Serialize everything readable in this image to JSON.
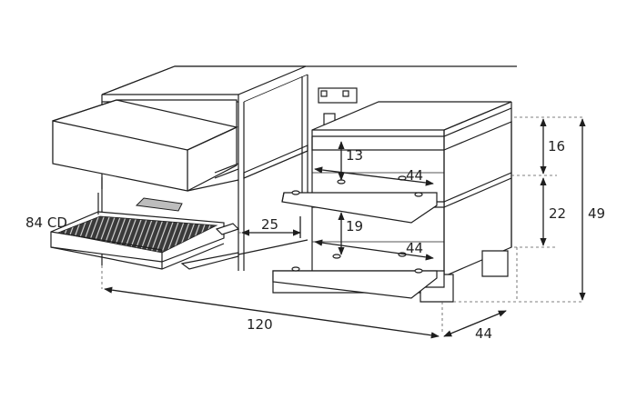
{
  "colors": {
    "line": "#1e1e1e",
    "shade": "#bdbdbd",
    "background": "#ffffff"
  },
  "labels": {
    "cd_capacity": "84 CD",
    "total_width": "120",
    "depth": "44",
    "total_height": "49",
    "upper_section_height": "16",
    "lower_section_height": "22",
    "upper_shelf_clearance": "13",
    "lower_shelf_clearance": "19",
    "upper_shelf_width": "44",
    "lower_shelf_width": "44",
    "drawer_depth": "25"
  }
}
